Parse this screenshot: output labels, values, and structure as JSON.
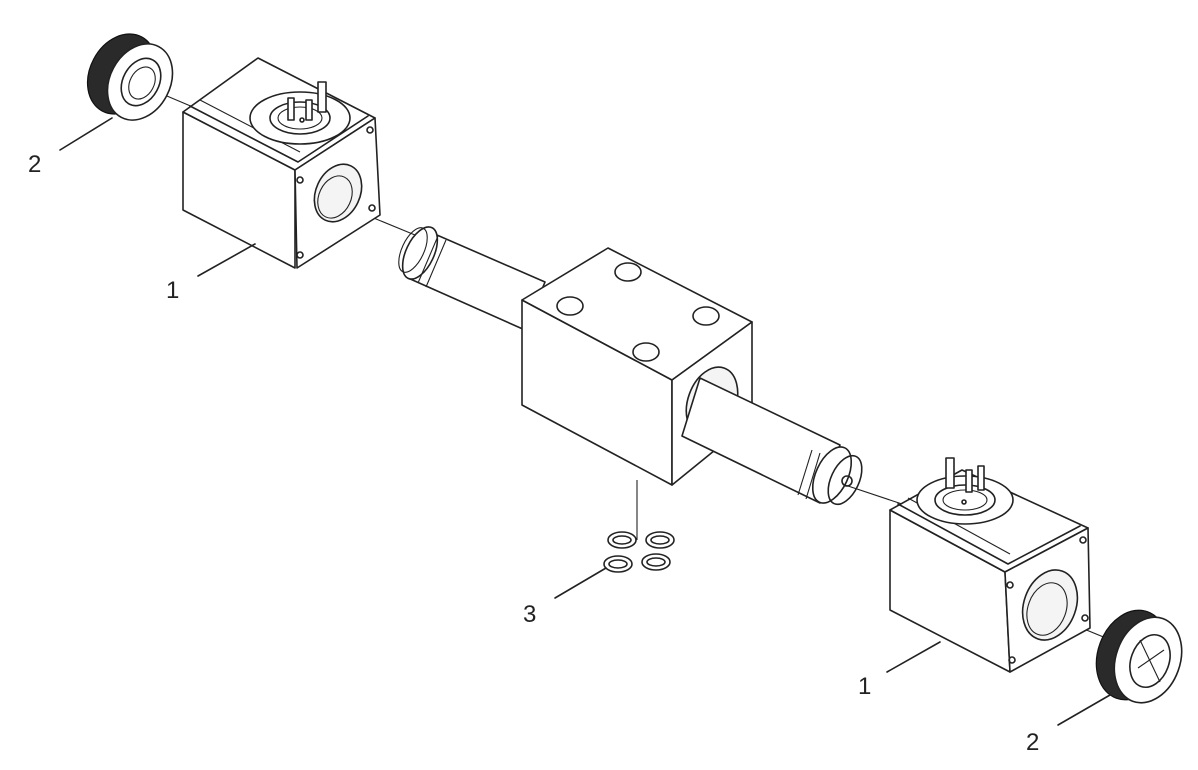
{
  "callouts": {
    "coil_top_left": "1",
    "coil_bottom_right": "1",
    "nut_top_left": "2",
    "nut_bottom_right": "2",
    "orings": "3"
  }
}
